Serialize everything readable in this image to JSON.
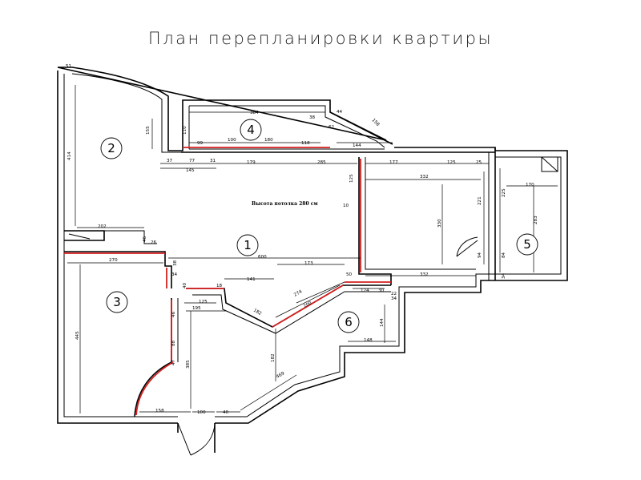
{
  "title": "План перепланировки квартиры",
  "note": "Высота потолка 280 см",
  "rooms": [
    {
      "label": "1"
    },
    {
      "label": "2"
    },
    {
      "label": "3"
    },
    {
      "label": "4"
    },
    {
      "label": "5"
    },
    {
      "label": "6"
    }
  ],
  "dimensions": [
    "51",
    "414",
    "155",
    "384",
    "110",
    "100",
    "180",
    "118",
    "99",
    "144",
    "44",
    "38",
    "62",
    "125",
    "158",
    "37",
    "77",
    "31",
    "145",
    "179",
    "285",
    "177",
    "125",
    "25",
    "332",
    "221",
    "330",
    "10",
    "225",
    "170",
    "283",
    "94",
    "84",
    "34",
    "332",
    "202",
    "26",
    "46",
    "270",
    "600",
    "173",
    "38",
    "34",
    "50",
    "141",
    "40",
    "18",
    "125",
    "195",
    "274",
    "200",
    "124",
    "385",
    "445",
    "46",
    "88",
    "47",
    "30",
    "182",
    "182",
    "144",
    "148",
    "158",
    "100",
    "40",
    "469",
    "34",
    "22"
  ],
  "colors": {
    "walls": "#000000",
    "new_partitions": "#d62020"
  }
}
